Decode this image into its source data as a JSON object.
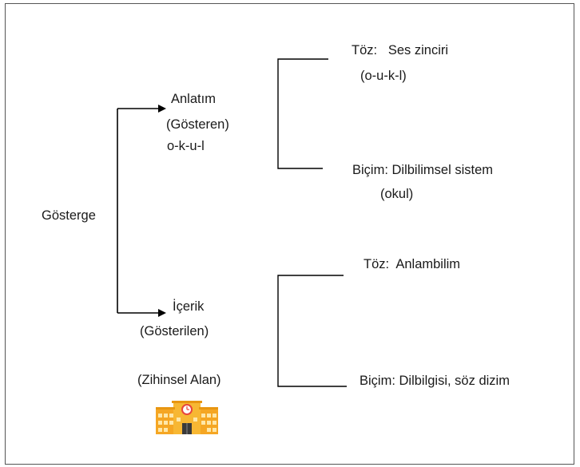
{
  "root": {
    "label": "Gösterge"
  },
  "anlatim": {
    "title": "Anlatım",
    "subtitle": "(Gösteren)",
    "example": "o-k-u-l",
    "toz": {
      "label": "Töz:   Ses zinciri",
      "example": "(o-u-k-l)"
    },
    "bicim": {
      "label": "Biçim: Dilbilimsel sistem",
      "example": "(okul)"
    }
  },
  "icerik": {
    "title": "İçerik",
    "subtitle": "(Gösterilen)",
    "note": "(Zihinsel Alan)",
    "icon": "school-building-icon",
    "toz": {
      "label": "Töz:  Anlambilim"
    },
    "bicim": {
      "label": "Biçim: Dilbilgisi, söz dizim"
    }
  },
  "colors": {
    "line": "#000000",
    "frame": "#555555",
    "building_body": "#f5a623",
    "building_roof": "#f7b733",
    "clock": "#e8453c",
    "windows": "#ffe7a8",
    "door": "#3a3a3a"
  }
}
